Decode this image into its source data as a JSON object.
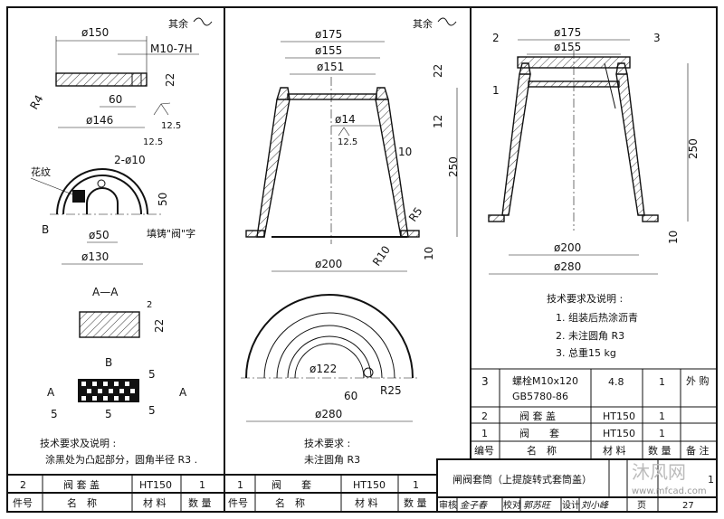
{
  "roughness_note": "其余",
  "left": {
    "dims": {
      "d150": "ø150",
      "m10": "M10-7H",
      "h22": "22",
      "r4": "R4",
      "l60": "60",
      "d146": "ø146",
      "ra": "12.5",
      "ra2": "12.5",
      "holes": "2-ø10",
      "h50": "50",
      "d50": "ø50",
      "d130": "ø130"
    },
    "labels": {
      "pattern": "花纹",
      "b": "B",
      "cast": "填铸\"阀\"字"
    },
    "section_aa": {
      "title": "A—A",
      "d2": "2",
      "d22": "22"
    },
    "detail_b": {
      "title": "B",
      "a1": "A",
      "a2": "A",
      "d5a": "5",
      "d5b": "5",
      "d5c": "5",
      "d5d": "5"
    },
    "notes": {
      "title": "技术要求及说明 :",
      "line1": "涂黑处为凸起部分，圆角半径 R3 ."
    }
  },
  "middle": {
    "dims": {
      "d175": "ø175",
      "d155": "ø155",
      "d151": "ø151",
      "h22": "22",
      "h12": "12",
      "d14": "ø14",
      "ra": "12.5",
      "t10": "10",
      "h250": "250",
      "r5": "R5",
      "r10": "R10",
      "h10": "10",
      "d200": "ø200",
      "d122": "ø122",
      "l60": "60",
      "r25": "R25",
      "d280": "ø280"
    },
    "notes": {
      "title": "技术要求 :",
      "line1": "未注圆角 R3"
    }
  },
  "right": {
    "callouts": [
      "2",
      "3",
      "1"
    ],
    "dims": {
      "d175": "ø175",
      "d155": "ø155",
      "h250": "250",
      "h10": "10",
      "d200": "ø200",
      "d280": "ø280"
    },
    "notes": {
      "title": "技术要求及说明 :",
      "items": [
        "1.  组装后热涂沥青",
        "2.  未注圆角 R3",
        "3.  总重15 kg"
      ]
    }
  },
  "parts_table": {
    "headers": [
      "编号",
      "名　称",
      "材 料",
      "数 量",
      "备 注"
    ],
    "rows": [
      {
        "no": "3",
        "name": "螺栓M10x120",
        "name2": "GB5780-86",
        "material": "4.8",
        "qty": "1",
        "note": "外 购"
      },
      {
        "no": "2",
        "name": "阀 套 盖",
        "material": "HT150",
        "qty": "1",
        "note": ""
      },
      {
        "no": "1",
        "name": "阀　　套",
        "material": "HT150",
        "qty": "1",
        "note": ""
      }
    ]
  },
  "left_block": {
    "no": "2",
    "name": "阀 套 盖",
    "material": "HT150",
    "qty": "1",
    "h_no": "件号",
    "h_name": "名　称",
    "h_mat": "材 料",
    "h_qty": "数 量"
  },
  "mid_block": {
    "no": "1",
    "name": "阀　　套",
    "material": "HT150",
    "qty": "1",
    "h_no": "件号",
    "h_name": "名　称",
    "h_mat": "材 料",
    "h_qty": "数 量"
  },
  "title_block": {
    "title": "闸阀套筒（上提旋转式套筒盖）",
    "sheet_no": "1",
    "review_label": "审核",
    "review_sig": "金子春",
    "check_label": "校对",
    "check_sig": "郭苏旺",
    "design_label": "设计",
    "design_sig": "刘小峰",
    "page_label": "页",
    "page": "27"
  },
  "watermark": {
    "text": "沐风网",
    "url": "www.mfcad.com"
  }
}
